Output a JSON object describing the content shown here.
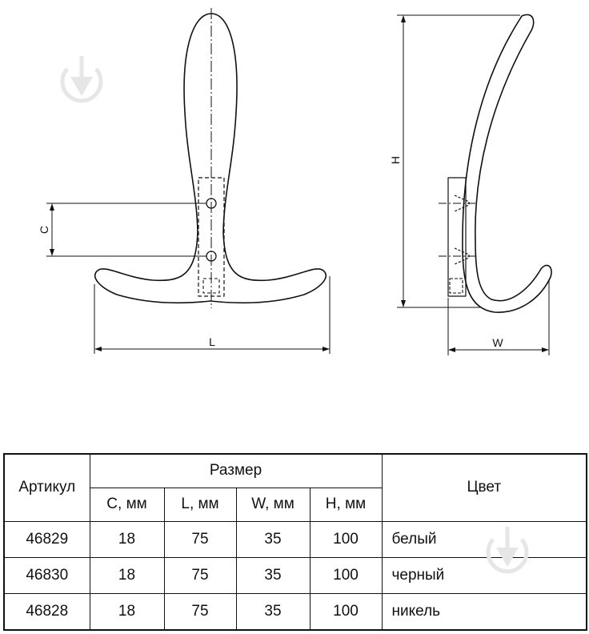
{
  "dimensions": {
    "c_label": "C",
    "l_label": "L",
    "h_label": "H",
    "w_label": "W"
  },
  "table": {
    "article_header": "Артикул",
    "size_header": "Размер",
    "color_header": "Цвет",
    "sub_headers": [
      "C, мм",
      "L, мм",
      "W, мм",
      "H, мм"
    ],
    "rows": [
      {
        "article": "46829",
        "c": "18",
        "l": "75",
        "w": "35",
        "h": "100",
        "color": "белый"
      },
      {
        "article": "46830",
        "c": "18",
        "l": "75",
        "w": "35",
        "h": "100",
        "color": "черный"
      },
      {
        "article": "46828",
        "c": "18",
        "l": "75",
        "w": "35",
        "h": "100",
        "color": "никель"
      }
    ]
  },
  "watermark_color": "#e6e6e6"
}
